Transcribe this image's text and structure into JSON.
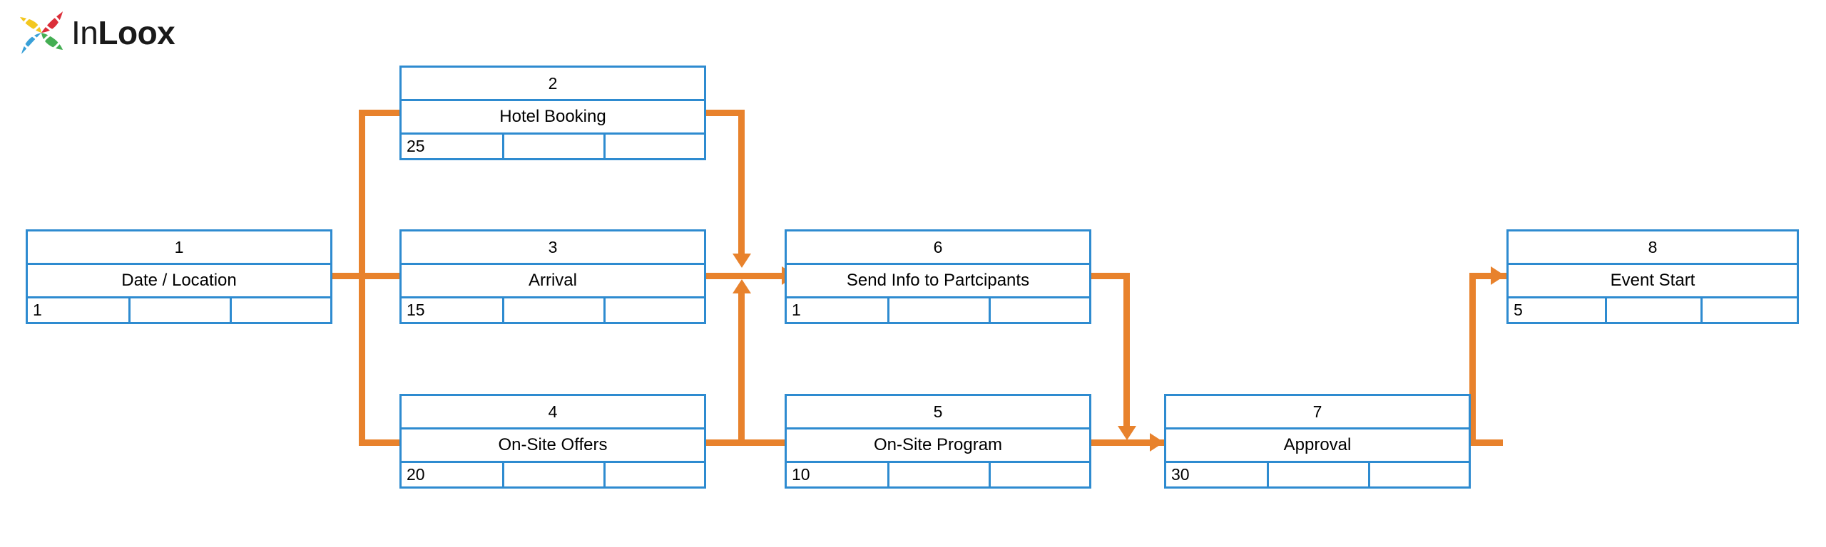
{
  "logo": {
    "name": "InLoox",
    "text_light": "In",
    "text_bold": "Loox",
    "petal_colors": {
      "top_right": "#D9232E",
      "top_left": "#F2C413",
      "bottom_left": "#2E9BD6",
      "bottom_right": "#3AAA4A"
    }
  },
  "diagram": {
    "type": "precedence-network-diagram",
    "accent_color": "#E8822C",
    "node_border_color": "#2E8BD0",
    "background": "#FFFFFF",
    "nodes": [
      {
        "id": "1",
        "name": "Date / Location",
        "duration": "1",
        "cell2": "",
        "cell3": ""
      },
      {
        "id": "2",
        "name": "Hotel Booking",
        "duration": "25",
        "cell2": "",
        "cell3": ""
      },
      {
        "id": "3",
        "name": "Arrival",
        "duration": "15",
        "cell2": "",
        "cell3": ""
      },
      {
        "id": "4",
        "name": "On-Site Offers",
        "duration": "20",
        "cell2": "",
        "cell3": ""
      },
      {
        "id": "5",
        "name": "On-Site Program",
        "duration": "10",
        "cell2": "",
        "cell3": ""
      },
      {
        "id": "6",
        "name": "Send Info to Partcipants",
        "duration": "1",
        "cell2": "",
        "cell3": ""
      },
      {
        "id": "7",
        "name": "Approval",
        "duration": "30",
        "cell2": "",
        "cell3": ""
      },
      {
        "id": "8",
        "name": "Event Start",
        "duration": "5",
        "cell2": "",
        "cell3": ""
      }
    ],
    "edges": [
      {
        "from": "1",
        "to": "2"
      },
      {
        "from": "1",
        "to": "3"
      },
      {
        "from": "1",
        "to": "4"
      },
      {
        "from": "2",
        "to": "6"
      },
      {
        "from": "3",
        "to": "6"
      },
      {
        "from": "4",
        "to": "6"
      },
      {
        "from": "4",
        "to": "5"
      },
      {
        "from": "6",
        "to": "7"
      },
      {
        "from": "5",
        "to": "7"
      },
      {
        "from": "7",
        "to": "8"
      }
    ]
  }
}
